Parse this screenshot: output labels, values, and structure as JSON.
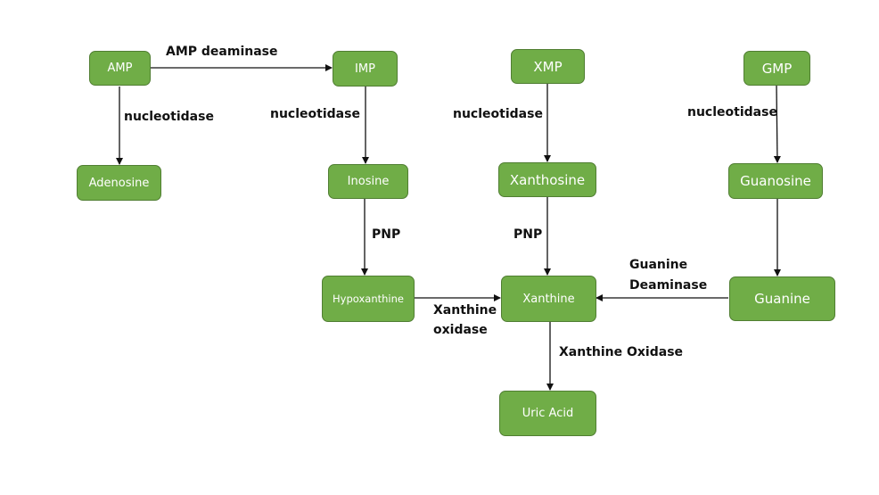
{
  "diagram": {
    "nodes": {
      "amp": "AMP",
      "imp": "IMP",
      "xmp": "XMP",
      "gmp": "GMP",
      "adenosine": "Adenosine",
      "inosine": "Inosine",
      "xanthosine": "Xanthosine",
      "guanosine": "Guanosine",
      "hypoxanthine": "Hypoxanthine",
      "xanthine": "Xanthine",
      "guanine": "Guanine",
      "uric_acid": "Uric Acid"
    },
    "edges": {
      "amp_imp": "AMP deaminase",
      "amp_adenosine": "nucleotidase",
      "imp_inosine": "nucleotidase",
      "xmp_xanthosine": "nucleotidase",
      "gmp_guanosine": "nucleotidase",
      "inosine_hypoxanthine": "PNP",
      "xanthosine_xanthine": "PNP",
      "hypoxanthine_xanthine_1": "Xanthine",
      "hypoxanthine_xanthine_2": "oxidase",
      "guanine_xanthine_1": "Guanine",
      "guanine_xanthine_2": "Deaminase",
      "xanthine_uric_acid": "Xanthine Oxidase"
    },
    "colors": {
      "node_fill": "#70ad47",
      "node_border": "#507e32",
      "node_text": "#ffffff",
      "edge": "#111111"
    }
  }
}
